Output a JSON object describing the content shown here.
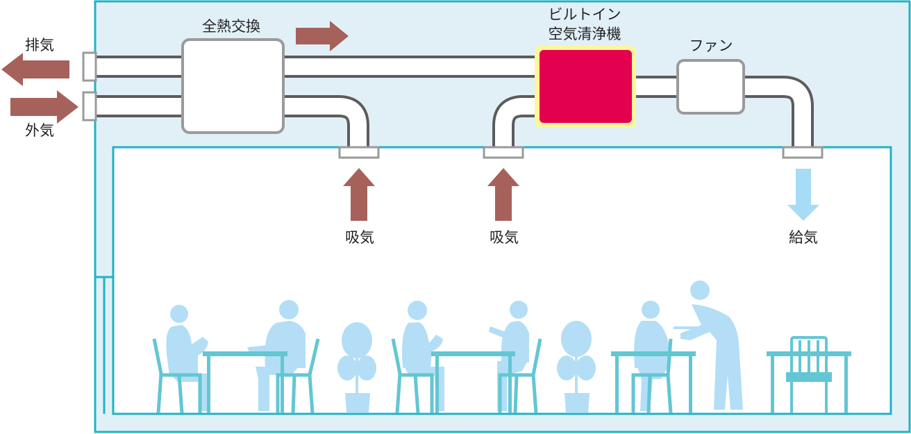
{
  "labels": {
    "exhaust": "排気",
    "outside_air": "外気",
    "heat_exchanger": "全熱交換",
    "builtin_line1": "ビルトイン",
    "builtin_line2": "空気清浄機",
    "fan": "ファン",
    "intake_left": "吸気",
    "intake_right": "吸気",
    "supply": "給気"
  },
  "colors": {
    "ceiling_fill": "#e1f0f7",
    "wall_stroke": "#1fb3c4",
    "duct_outline": "#595959",
    "box_outline": "#9a9a9a",
    "purifier_fill": "#e3004f",
    "purifier_glow": "#fff59a",
    "arrow_brown": "#a5615a",
    "arrow_blue": "#a6dcf5",
    "silhouette": "#b3def5",
    "furniture": "#63c6d3"
  },
  "icons": {
    "exhaust_arrow": "arrow-left-icon",
    "outside_arrow": "arrow-right-icon",
    "flow_arrow": "arrow-right-icon",
    "intake_arrow": "arrow-up-icon",
    "supply_arrow": "arrow-down-icon"
  }
}
